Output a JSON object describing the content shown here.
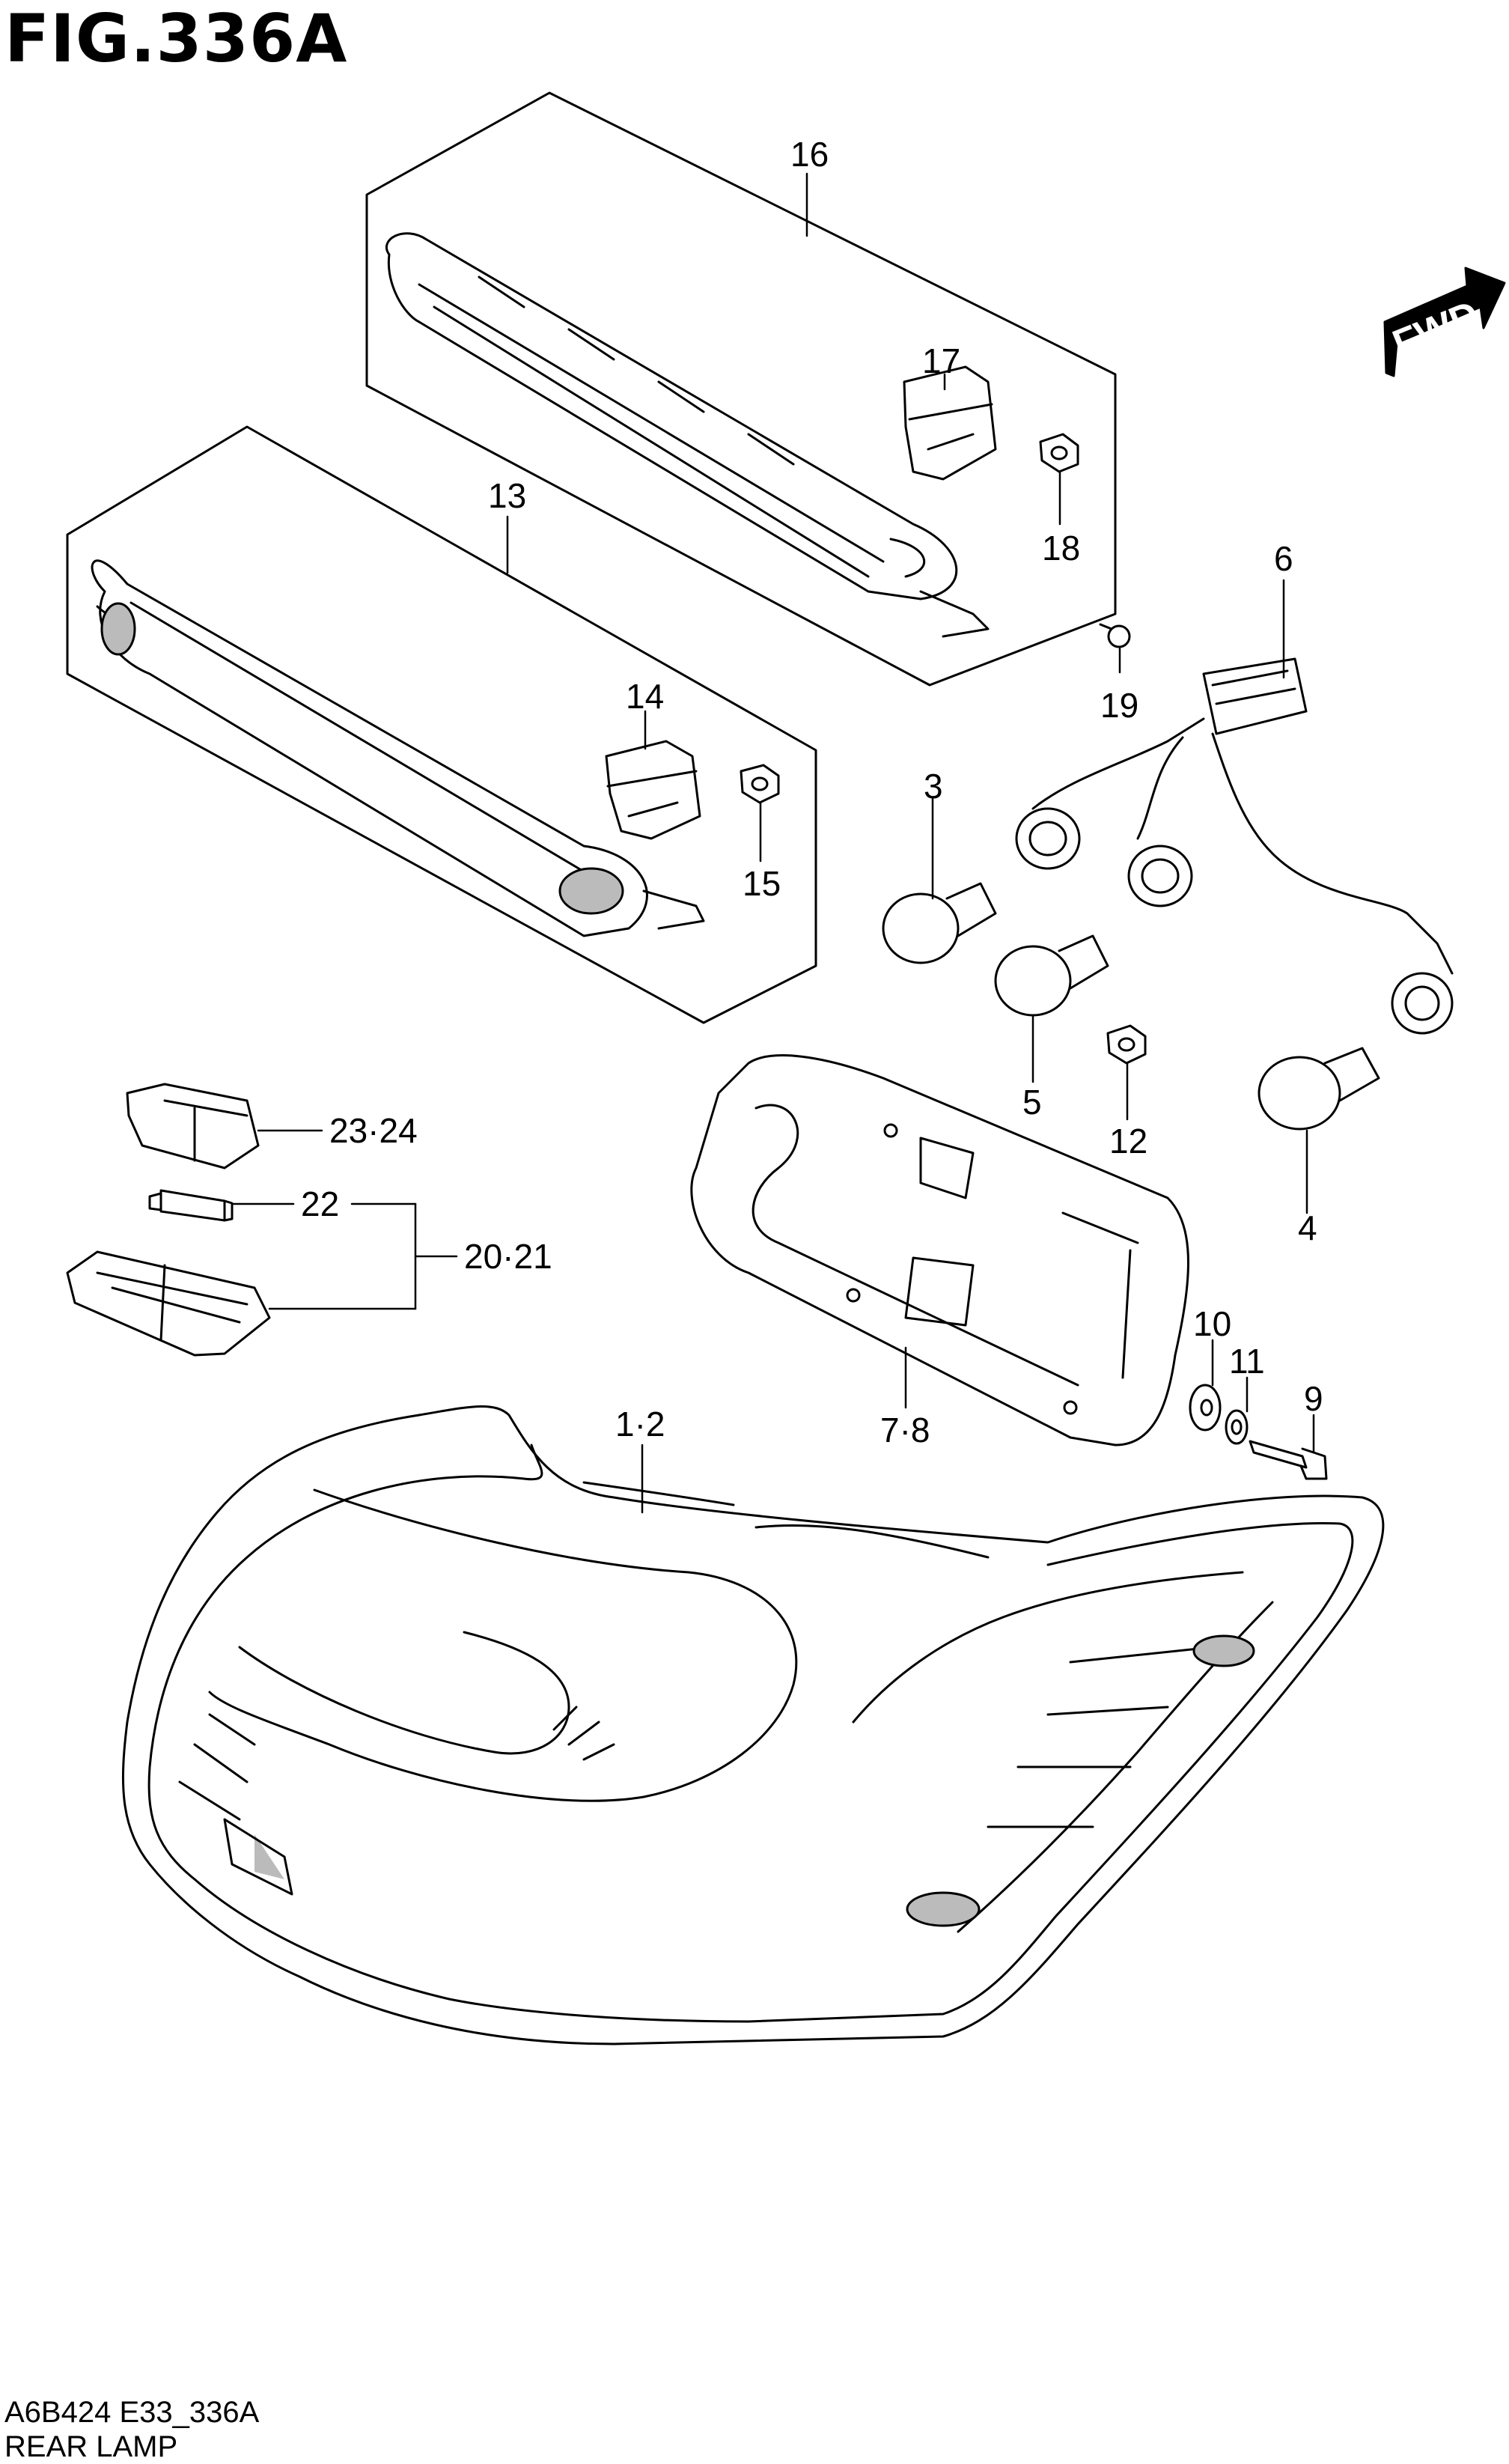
{
  "figure": {
    "title": "FIG.336A",
    "code": "A6B424 E33_336A",
    "name": "REAR LAMP",
    "fwd_label": "FWD"
  },
  "callouts": {
    "c1_2": "1·2",
    "c3": "3",
    "c4": "4",
    "c5": "5",
    "c6": "6",
    "c7_8": "7·8",
    "c9": "9",
    "c10": "10",
    "c11": "11",
    "c12": "12",
    "c13": "13",
    "c14": "14",
    "c15": "15",
    "c16": "16",
    "c17": "17",
    "c18": "18",
    "c19": "19",
    "c20_21": "20·21",
    "c22": "22",
    "c23_24": "23·24"
  },
  "icons": {
    "fwd": "fwd-arrow-icon"
  }
}
